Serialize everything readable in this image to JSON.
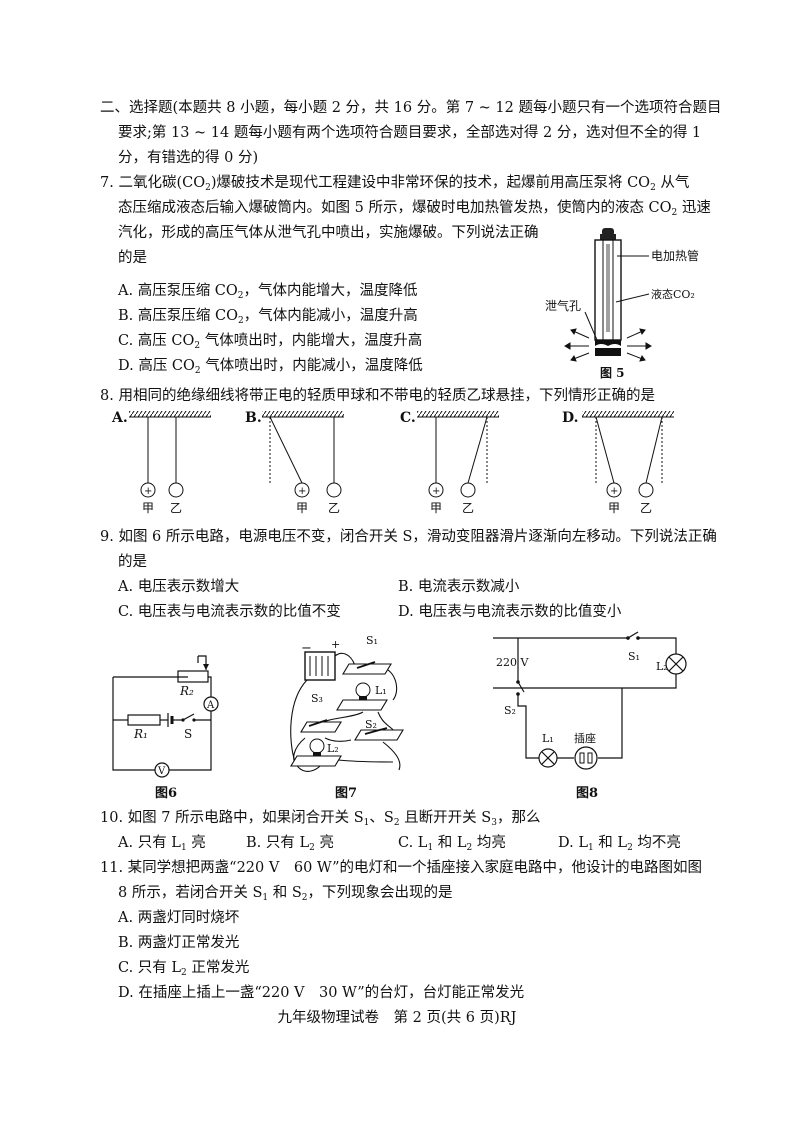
{
  "section": {
    "l1": "二、选择题(本题共 8 小题，每小题 2 分，共 16 分。第 7 ~ 12 题每小题只有一个选项符合题目",
    "l2": "要求;第 13 ~ 14 题每小题有两个选项符合题目要求，全部选对得 2 分，选对但不全的得 1",
    "l3": "分，有错选的得 0 分)"
  },
  "q7": {
    "l1a": "7. 二氧化碳(CO",
    "l1b": ")爆破技术是现代工程建设中非常环保的技术，起爆前用高压泵将 CO",
    "l1c": " 从气",
    "l2a": "态压缩成液态后输入爆破筒内。如图 5 所示，爆破时电加热管发热，使筒内的液态 CO",
    "l2b": " 迅速",
    "l3": "汽化，形成的高压气体从泄气孔中喷出，实施爆破。下列说法正确",
    "l4": "的是",
    "a_1": "A. 高压泵压缩 CO",
    "a_2": "，气体内能增大，温度降低",
    "b_1": "B. 高压泵压缩 CO",
    "b_2": "，气体内能减小，温度升高",
    "c_1": "C. 高压 CO",
    "c_2": " 气体喷出时，内能增大，温度升高",
    "d_1": "D. 高压 CO",
    "d_2": " 气体喷出时，内能减小，温度降低",
    "fig_label_heater": "电加热管",
    "fig_label_vent": "泄气孔",
    "fig_label_liquid": "液态CO₂",
    "fig_caption": "图 5"
  },
  "q8": {
    "stem": "8. 用相同的绝缘细线将带正电的轻质甲球和不带电的轻质乙球悬挂，下列情形正确的是",
    "opt_a": "A.",
    "opt_b": "B.",
    "opt_c": "C.",
    "opt_d": "D.",
    "plus": "+",
    "jia": "甲",
    "yi": "乙"
  },
  "q9": {
    "l1": "9. 如图 6 所示电路，电源电压不变，闭合开关 S，滑动变阻器滑片逐渐向左移动。下列说法正确",
    "l2": "的是",
    "a": "A. 电压表示数增大",
    "b": "B. 电流表示数减小",
    "c": "C. 电压表与电流表示数的比值不变",
    "d": "D. 电压表与电流表示数的比值变小"
  },
  "fig6": {
    "r2": "R₂",
    "r1": "R₁",
    "s": "S",
    "ammeter": "A",
    "voltmeter": "V",
    "caption": "图6"
  },
  "fig7": {
    "minus": "−",
    "plus": "+",
    "s1": "S₁",
    "s2": "S₂",
    "s3": "S₃",
    "l1": "L₁",
    "l2": "L₂",
    "caption": "图7"
  },
  "fig8": {
    "v": "220 V",
    "s1": "S₁",
    "s2": "S₂",
    "l1": "L₁",
    "l2": "L₂",
    "socket": "插座",
    "caption": "图8"
  },
  "q10": {
    "stem_a": "10. 如图 7 所示电路中，如果闭合开关 S",
    "stem_b": "、S",
    "stem_c": " 且断开开关 S",
    "stem_d": "，那么",
    "a_1": "A. 只有 L",
    "a_2": " 亮",
    "b_1": "B. 只有 L",
    "b_2": " 亮",
    "c_1": "C. L",
    "c_2": " 和 L",
    "c_3": " 均亮",
    "d_1": "D. L",
    "d_2": " 和 L",
    "d_3": " 均不亮"
  },
  "q11": {
    "l1": "11. 某同学想把两盏“220 V　60 W”的电灯和一个插座接入家庭电路中，他设计的电路图如图",
    "l2a": "8 所示，若闭合开关 S",
    "l2b": " 和 S",
    "l2c": "，下列现象会出现的是",
    "a": "A. 两盏灯同时烧坏",
    "b": "B. 两盏灯正常发光",
    "c_1": "C. 只有 L",
    "c_2": " 正常发光",
    "d": "D. 在插座上插上一盏“220 V　30 W”的台灯，台灯能正常发光"
  },
  "sub": {
    "one": "1",
    "two": "2",
    "three": "3"
  },
  "footer": "九年级物理试卷　第 2 页(共 6 页)RJ"
}
